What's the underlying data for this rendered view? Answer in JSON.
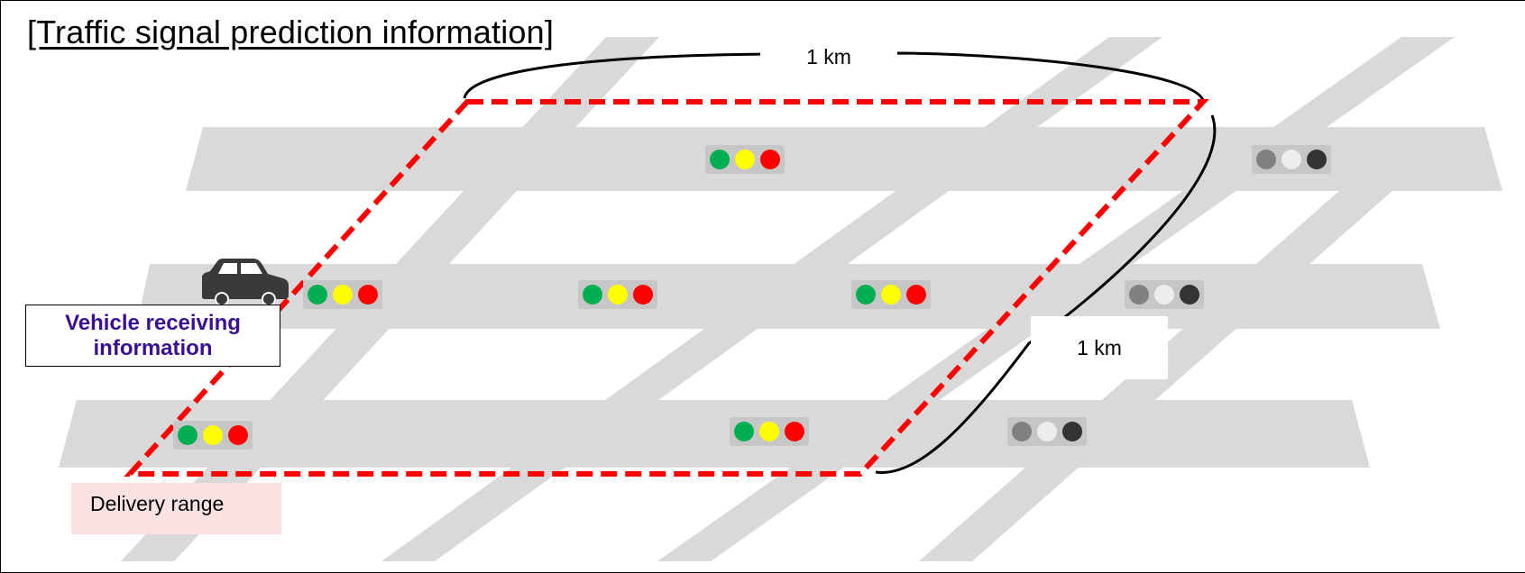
{
  "title": "[Traffic signal prediction information]",
  "distance_top": "1 km",
  "distance_right": "1 km",
  "vehicle_label": "Vehicle receiving information",
  "delivery_range_label": "Delivery range",
  "colors": {
    "road": "#d9d9d9",
    "range_border": "#ff0000",
    "signal_green": "#00b050",
    "signal_yellow": "#ffff00",
    "signal_red": "#ff0000",
    "signal_inactive": [
      "#808080",
      "#ededed",
      "#333333"
    ],
    "vehicle_text": "#3a0f96",
    "delivery_fill": "#fbe2e2"
  },
  "signals": [
    {
      "state": "active"
    },
    {
      "state": "inactive"
    },
    {
      "state": "active"
    },
    {
      "state": "active"
    },
    {
      "state": "active"
    },
    {
      "state": "inactive"
    },
    {
      "state": "active"
    },
    {
      "state": "active"
    },
    {
      "state": "inactive"
    }
  ],
  "icons": [
    "car-icon",
    "traffic-light-icon"
  ]
}
